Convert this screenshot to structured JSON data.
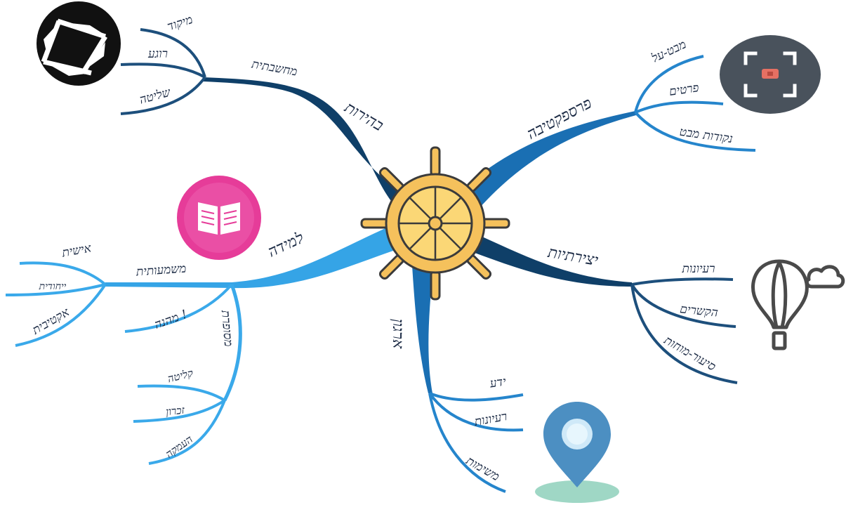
{
  "colors": {
    "dark_branch": "#0f3f68",
    "mid_branch": "#1a6fb3",
    "light_branch": "#35a4e6",
    "wheel_fill": "#f5c15c",
    "wheel_stroke": "#3b3b3b",
    "label_text": "#1c2b45"
  },
  "branches": {
    "clarity": {
      "label": "בהירות",
      "sub": "מחשבתית",
      "leaves": [
        "מיקוד",
        "רוגע",
        "שליטה"
      ],
      "icon": "camera-aperture-icon"
    },
    "perspective": {
      "label": "פרספקטיבה",
      "leaves": [
        "מבט-על",
        "פרטים",
        "נקודות מבט"
      ],
      "icon": "focus-frame-icon"
    },
    "creativity": {
      "label": "יצירתיות",
      "leaves": [
        "רעיונות",
        "הקשרים",
        "סיעור-מוחות"
      ],
      "icon": "hot-air-balloon-icon"
    },
    "organization": {
      "label": "ארגון",
      "leaves": [
        "ידע",
        "רעיונות",
        "משימות"
      ],
      "icon": "location-pin-icon"
    },
    "learning": {
      "label": "למידה",
      "sub_meaning": "משמעותית",
      "meaning_leaves": [
        "אישית",
        "ייחודית",
        "אקטיבית"
      ],
      "sub_fun": "מהנה !",
      "sub_storytelling": "מסופרת",
      "story_leaves": [
        "קליטה",
        "זכרון",
        "העמקה"
      ],
      "icon": "open-book-icon"
    }
  },
  "center": {
    "icon": "ship-wheel-icon"
  }
}
